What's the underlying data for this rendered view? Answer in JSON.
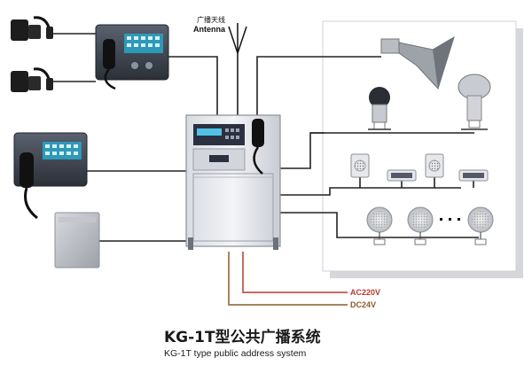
{
  "antenna": {
    "label_cn": "广播天线",
    "label_en": "Antenna"
  },
  "power": {
    "ac_label": "AC220V",
    "dc_label": "DC24V"
  },
  "title": {
    "main": "KG-1T型公共广播系统",
    "sub": "KG-1T type public address system"
  },
  "colors": {
    "line": "#222222",
    "ac": "#b83a2a",
    "dc": "#8a5a2a",
    "panel": "#e9eaee",
    "device": "#3c4452"
  },
  "icons": {
    "headset": "headset-icon",
    "microphone": "microphone-icon",
    "horn": "horn-speaker-icon",
    "column": "column-speaker-icon",
    "ceiling": "ceiling-speaker-icon",
    "wall": "wall-speaker-icon",
    "amplifier": "amplifier-cabinet-icon"
  }
}
